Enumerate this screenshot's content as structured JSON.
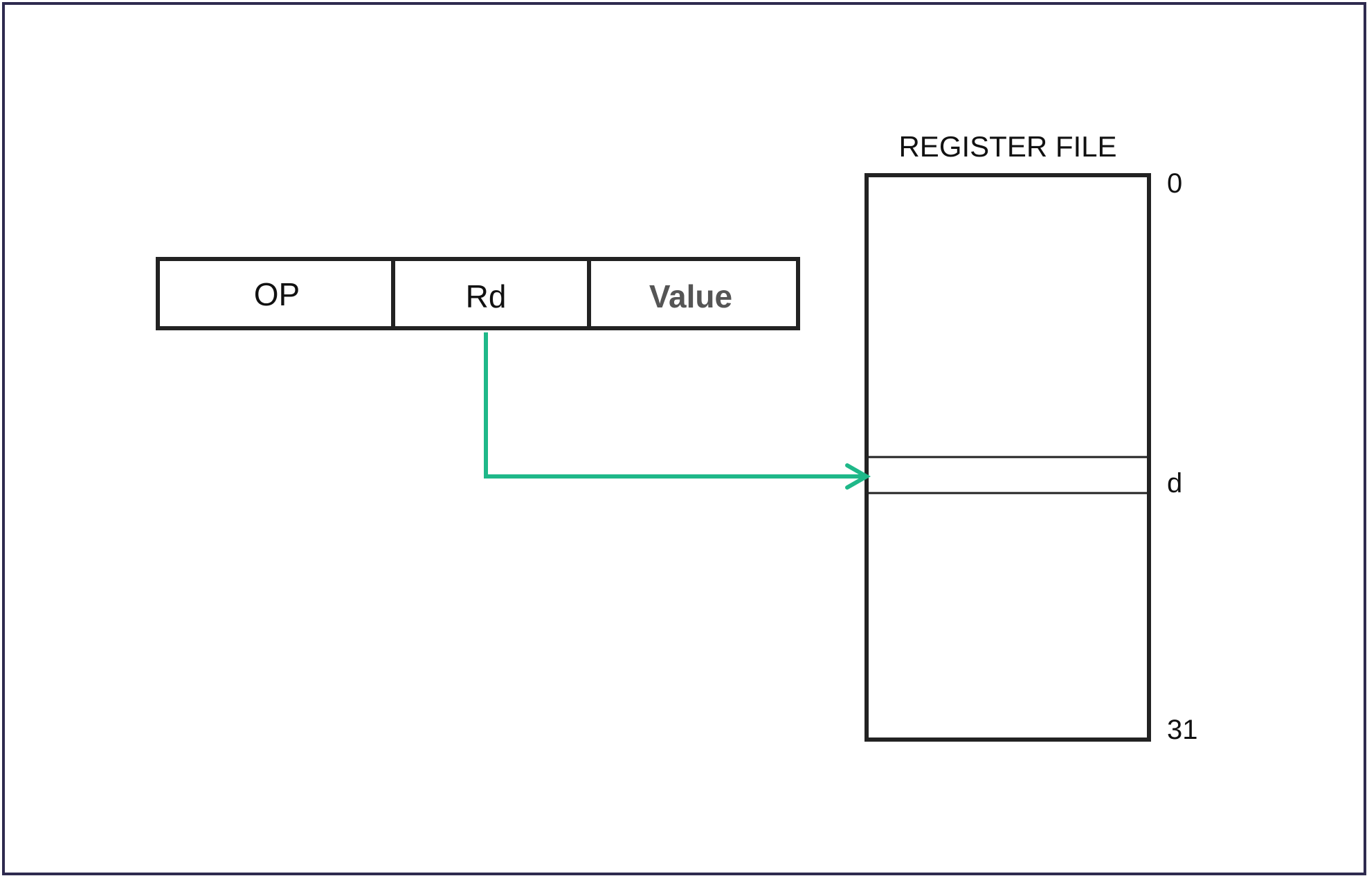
{
  "instruction": {
    "fields": [
      "OP",
      "Rd",
      "Value"
    ]
  },
  "register_file": {
    "title": "REGISTER FILE",
    "index_top": "0",
    "index_selected": "d",
    "index_bottom": "31"
  },
  "colors": {
    "frame": "#2e2a4f",
    "outline": "#222222",
    "arrow": "#1fb889",
    "value_text": "#555555"
  }
}
